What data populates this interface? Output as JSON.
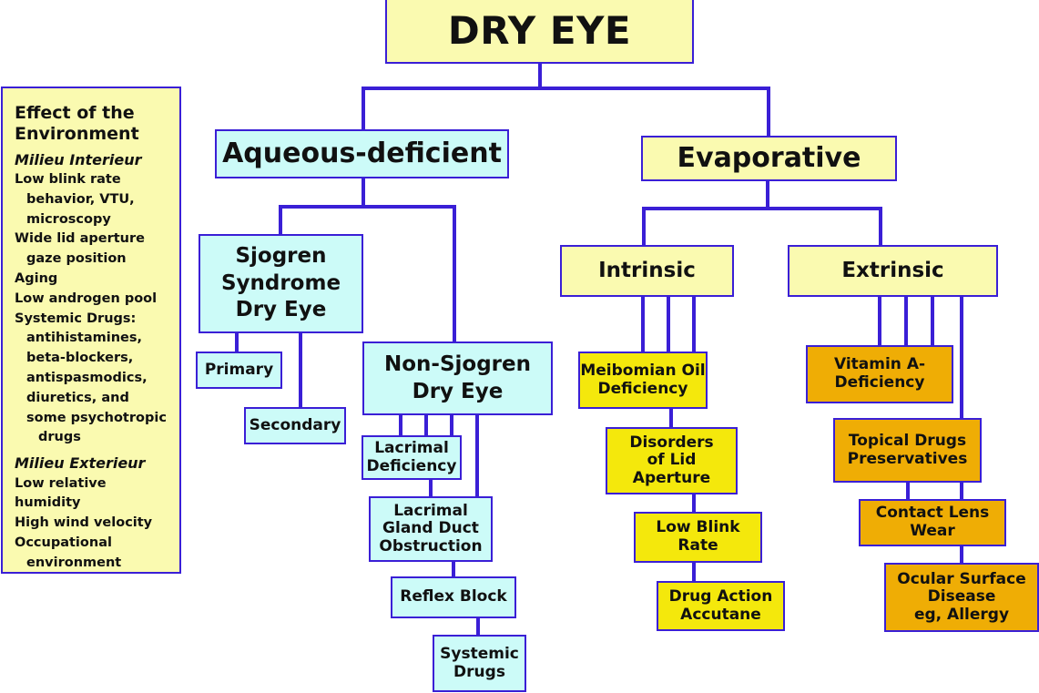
{
  "title": "DRY EYE",
  "aqueous": {
    "label": "Aqueous-deficient",
    "sjogren": {
      "label": "Sjogren\nSyndrome\nDry Eye",
      "primary": "Primary",
      "secondary": "Secondary"
    },
    "non_sjogren": {
      "label": "Non-Sjogren\nDry Eye",
      "items": [
        "Lacrimal\nDeficiency",
        "Lacrimal\nGland Duct\nObstruction",
        "Reflex Block",
        "Systemic\nDrugs"
      ]
    }
  },
  "evaporative": {
    "label": "Evaporative",
    "intrinsic": {
      "label": "Intrinsic",
      "items": [
        "Meibomian Oil\nDeficiency",
        "Disorders\nof Lid\nAperture",
        "Low Blink\nRate",
        "Drug Action\nAccutane"
      ]
    },
    "extrinsic": {
      "label": "Extrinsic",
      "items": [
        "Vitamin A-\nDeficiency",
        "Topical Drugs\nPreservatives",
        "Contact Lens\nWear",
        "Ocular Surface\nDisease\neg, Allergy"
      ]
    }
  },
  "environment": {
    "heading": "Effect of the\nEnvironment",
    "interior": {
      "heading": "Milieu Interieur",
      "lines": [
        "Low blink rate",
        "behavior, VTU,",
        "microscopy",
        "Wide lid aperture",
        "gaze position",
        "Aging",
        "Low androgen pool",
        "Systemic Drugs:",
        "antihistamines,",
        "beta-blockers,",
        "antispasmodics,",
        "diuretics, and",
        "some psychotropic",
        "drugs"
      ]
    },
    "exterior": {
      "heading": "Milieu Exterieur",
      "lines": [
        "Low relative humidity",
        "High wind velocity",
        "Occupational",
        "environment"
      ]
    }
  },
  "colors": {
    "connector": "#3a1fd6",
    "cyan": "#ccfbf8",
    "pale_yellow": "#fafab0",
    "yellow": "#f4e80c",
    "orange": "#efad05"
  }
}
